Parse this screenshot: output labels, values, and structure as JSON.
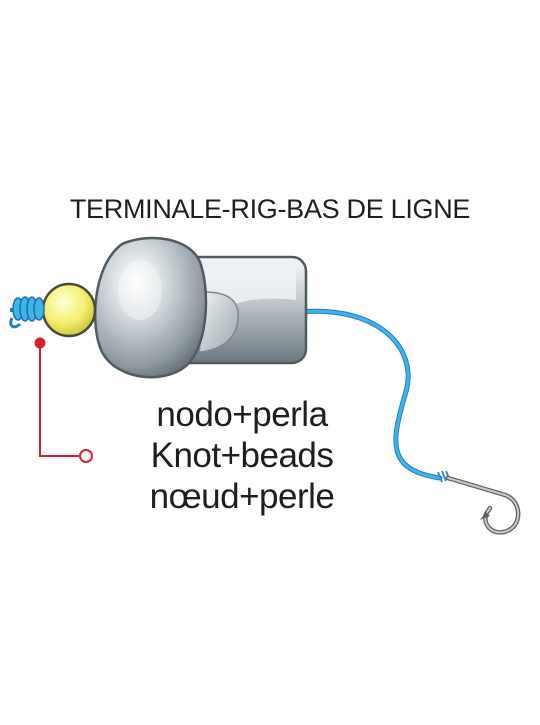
{
  "diagram": {
    "title": "TERMINALE-RIG-BAS DE LIGNE",
    "callout_labels": [
      "nodo+perla",
      "Knot+beads",
      "nœud+perle"
    ]
  },
  "colors": {
    "callout_red": "#d9212e",
    "line_blue": "#2ba6e0",
    "bead_yellow": "#f2ee6a",
    "lead_grey": "#bfc7cc",
    "hook_grey": "#8a8f94",
    "text": "#1e1e1e"
  },
  "icons": [
    "lead-weight-icon",
    "bead-icon",
    "knot-coil-icon",
    "fishing-line-icon",
    "fish-hook-icon",
    "callout-leader-icon"
  ]
}
